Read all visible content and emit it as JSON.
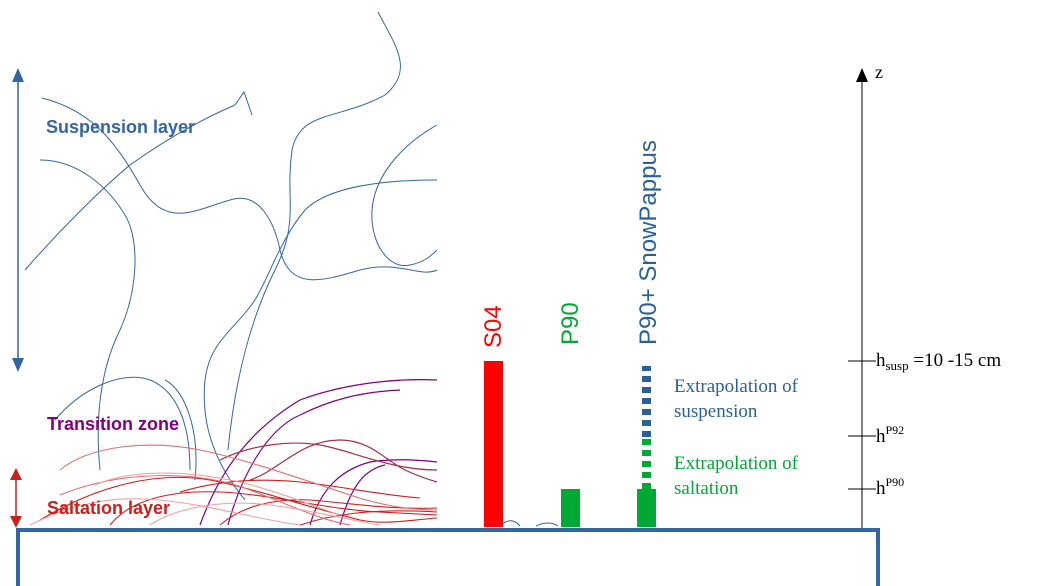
{
  "layers": {
    "suspension": {
      "label": "Suspension layer",
      "color": "#3465a4"
    },
    "transition": {
      "label": "Transition zone",
      "color": "#800080"
    },
    "saltation": {
      "label": "Saltation layer",
      "color": "#c9211e"
    }
  },
  "models": {
    "s04": {
      "label": "S04",
      "color": "#ff0000"
    },
    "p90": {
      "label": "P90",
      "color": "#00a933"
    },
    "p90_snowpappus": {
      "label": "P90+ SnowPappus",
      "color": "#2a6099"
    }
  },
  "extrapolation": {
    "suspension": [
      "Extrapolation of",
      "suspension"
    ],
    "saltation": [
      "Extrapolation of",
      "saltation"
    ]
  },
  "axis": {
    "label": "z",
    "ticks": {
      "hsusp": {
        "base": "h",
        "sub": "susp",
        "suffix": " =10 -15 cm"
      },
      "hp92": {
        "base": "h",
        "sup": "P92"
      },
      "hp90": {
        "base": "h",
        "sup": "P90"
      }
    }
  },
  "colors": {
    "ground_border": "#3465a4",
    "axis": "#000000"
  }
}
